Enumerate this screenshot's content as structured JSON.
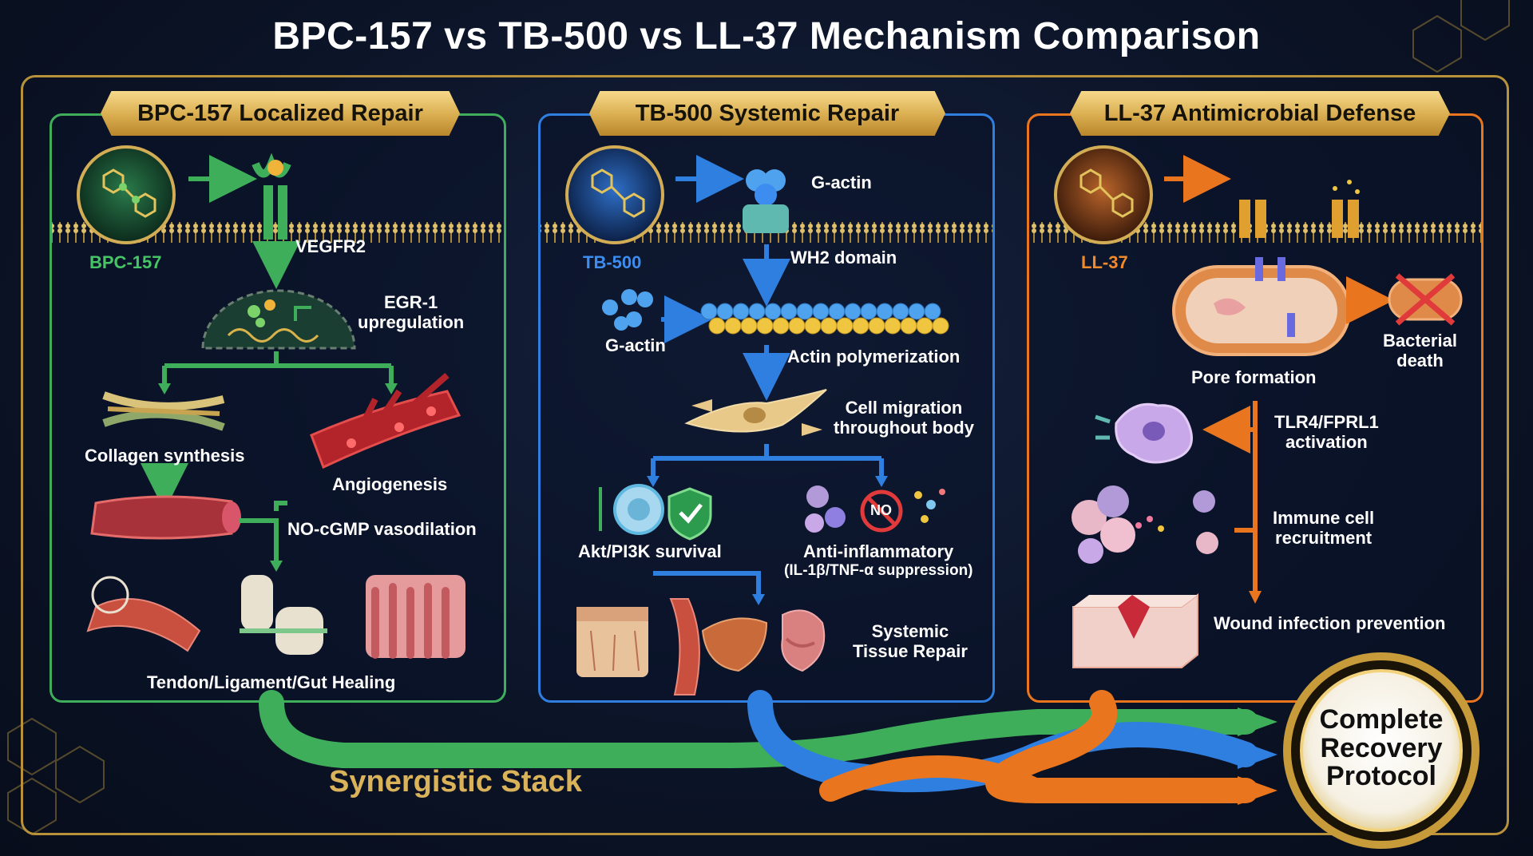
{
  "title": "BPC-157 vs TB-500 vs LL-37 Mechanism Comparison",
  "colors": {
    "gold": "#d9ad4f",
    "green": "#3fae5a",
    "blue": "#2f7fe0",
    "orange": "#e9761f",
    "background": "#0b1326"
  },
  "panels": {
    "bpc157": {
      "heading": "BPC-157 Localized Repair",
      "peptide": "BPC-157",
      "receptor": "VEGFR2",
      "gene": "EGR-1\nupregulation",
      "collagen": "Collagen synthesis",
      "angiogenesis": "Angiogenesis",
      "vasodilation": "NO-cGMP vasodilation",
      "outcome": "Tendon/Ligament/Gut Healing"
    },
    "tb500": {
      "heading": "TB-500 Systemic Repair",
      "peptide": "TB-500",
      "gactin_top": "G-actin",
      "wh2": "WH2 domain",
      "gactin_left": "G-actin",
      "polymerization": "Actin polymerization",
      "migration": "Cell migration\nthroughout body",
      "survival": "Akt/PI3K survival",
      "antiinflam": "Anti-inflammatory",
      "suppression": "(IL-1β/TNF-α suppression)",
      "no_badge": "NO",
      "outcome": "Systemic\nTissue Repair"
    },
    "ll37": {
      "heading": "LL-37 Antimicrobial Defense",
      "peptide": "LL-37",
      "pore": "Pore formation",
      "death": "Bacterial\ndeath",
      "tlr": "TLR4/FPRL1\nactivation",
      "recruit": "Immune cell\nrecruitment",
      "outcome": "Wound infection prevention"
    }
  },
  "synergy": "Synergistic Stack",
  "final": "Complete\nRecovery\nProtocol",
  "icons": [
    "peptide-molecule-icon",
    "receptor-icon",
    "nucleus-icon",
    "collagen-icon",
    "blood-vessel-icon",
    "muscle-icon",
    "knee-joint-icon",
    "intestine-icon",
    "actin-filament-icon",
    "fibroblast-icon",
    "cell-icon",
    "shield-check-icon",
    "no-sign-icon",
    "skin-icon",
    "liver-icon",
    "stomach-icon",
    "bacterium-icon",
    "macrophage-icon",
    "wound-skin-icon"
  ]
}
